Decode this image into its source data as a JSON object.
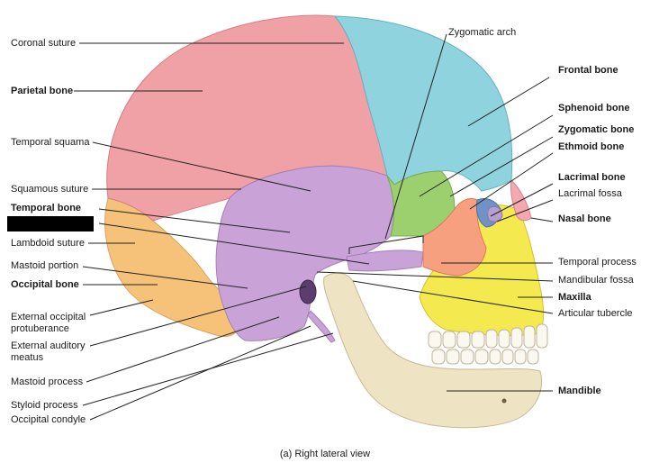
{
  "labels_left": [
    {
      "id": "coronal-suture",
      "text": "Coronal suture",
      "bold": false
    },
    {
      "id": "parietal-bone",
      "text": "Parietal bone",
      "bold": true
    },
    {
      "id": "temporal-squama",
      "text": "Temporal squama",
      "bold": false
    },
    {
      "id": "squamous-suture",
      "text": "Squamous suture",
      "bold": false
    },
    {
      "id": "temporal-bone",
      "text": "Temporal bone",
      "bold": true
    },
    {
      "id": "lambdoid-suture",
      "text": "Lambdoid suture",
      "bold": false
    },
    {
      "id": "mastoid-portion",
      "text": "Mastoid portion",
      "bold": false
    },
    {
      "id": "occipital-bone",
      "text": "Occipital bone",
      "bold": true
    },
    {
      "id": "external-occipital-protuberance",
      "text": "External occipital\nprotuberance",
      "bold": false
    },
    {
      "id": "external-auditory-meatus",
      "text": "External auditory\nmeatus",
      "bold": false
    },
    {
      "id": "mastoid-process",
      "text": "Mastoid process",
      "bold": false
    },
    {
      "id": "styloid-process",
      "text": "Styloid process",
      "bold": false
    },
    {
      "id": "occipital-condyle",
      "text": "Occipital condyle",
      "bold": false
    }
  ],
  "labels_right": [
    {
      "id": "zygomatic-arch",
      "text": "Zygomatic arch",
      "bold": false
    },
    {
      "id": "frontal-bone",
      "text": "Frontal bone",
      "bold": true
    },
    {
      "id": "sphenoid-bone",
      "text": "Sphenoid bone",
      "bold": true
    },
    {
      "id": "zygomatic-bone",
      "text": "Zygomatic bone",
      "bold": true
    },
    {
      "id": "ethmoid-bone",
      "text": "Ethmoid bone",
      "bold": true
    },
    {
      "id": "lacrimal-bone",
      "text": "Lacrimal bone",
      "bold": true
    },
    {
      "id": "lacrimal-fossa",
      "text": "Lacrimal fossa",
      "bold": false
    },
    {
      "id": "nasal-bone",
      "text": "Nasal bone",
      "bold": true
    },
    {
      "id": "temporal-process",
      "text": "Temporal process",
      "bold": false
    },
    {
      "id": "mandibular-fossa",
      "text": "Mandibular fossa",
      "bold": false
    },
    {
      "id": "maxilla",
      "text": "Maxilla",
      "bold": true
    },
    {
      "id": "articular-tubercle",
      "text": "Articular tubercle",
      "bold": false
    },
    {
      "id": "mandible",
      "text": "Mandible",
      "bold": true
    }
  ],
  "caption": "(a) Right lateral view",
  "colors": {
    "parietal": "#f0a1a6",
    "frontal": "#8fd3df",
    "temporal": "#c9a3d8",
    "occipital": "#f6c27a",
    "sphenoid": "#9ccf6e",
    "zygomatic": "#f7a07f",
    "maxilla": "#f4e94f",
    "mandible": "#eee3c3",
    "nasal": "#f4a8b0",
    "ethmoid": "#6f93c6",
    "lacrimal": "#b69fd1",
    "teeth": "#fbf8f0",
    "leader": "#222222"
  }
}
